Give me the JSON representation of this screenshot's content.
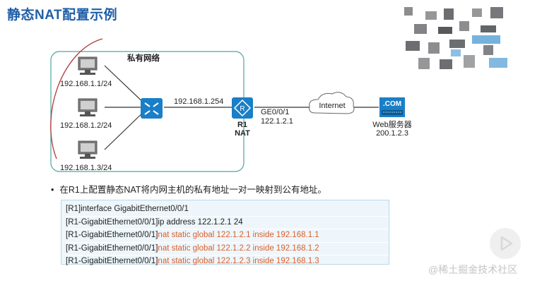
{
  "title": "静态NAT配置示例",
  "network": {
    "private_label": "私有网络",
    "hosts": [
      {
        "ip": "192.168.1.1/24"
      },
      {
        "ip": "192.168.1.2/24"
      },
      {
        "ip": "192.168.1.3/24"
      }
    ],
    "lan_ip": "192.168.1.254",
    "router_name": "R1",
    "router_sub": "NAT",
    "wan_port": "GE0/0/1",
    "wan_ip": "122.1.2.1",
    "cloud_label": "Internet",
    "server_badge": ".COM",
    "server_name": "Web服务器",
    "server_ip": "200.1.2.3"
  },
  "bullet": "在R1上配置静态NAT将内网主机的私有地址一对一映射到公有地址。",
  "code": [
    {
      "prefix": "[R1]interface GigabitEthernet0/0/1",
      "highlight": ""
    },
    {
      "prefix": "[R1-GigabitEthernet0/0/1]ip address 122.1.2.1 24",
      "highlight": ""
    },
    {
      "prefix": "[R1-GigabitEthernet0/0/1]",
      "highlight": "nat static global 122.1.2.1 inside 192.168.1.1"
    },
    {
      "prefix": "[R1-GigabitEthernet0/0/1]",
      "highlight": "nat static global 122.1.2.2 inside 192.168.1.2"
    },
    {
      "prefix": "[R1-GigabitEthernet0/0/1]",
      "highlight": "nat static global 122.1.2.3 inside 192.168.1.3"
    }
  ],
  "watermark": "@稀土掘金技术社区",
  "colors": {
    "title": "#1f5fa8",
    "accent": "#1a7fc7",
    "highlight": "#d9602b"
  }
}
